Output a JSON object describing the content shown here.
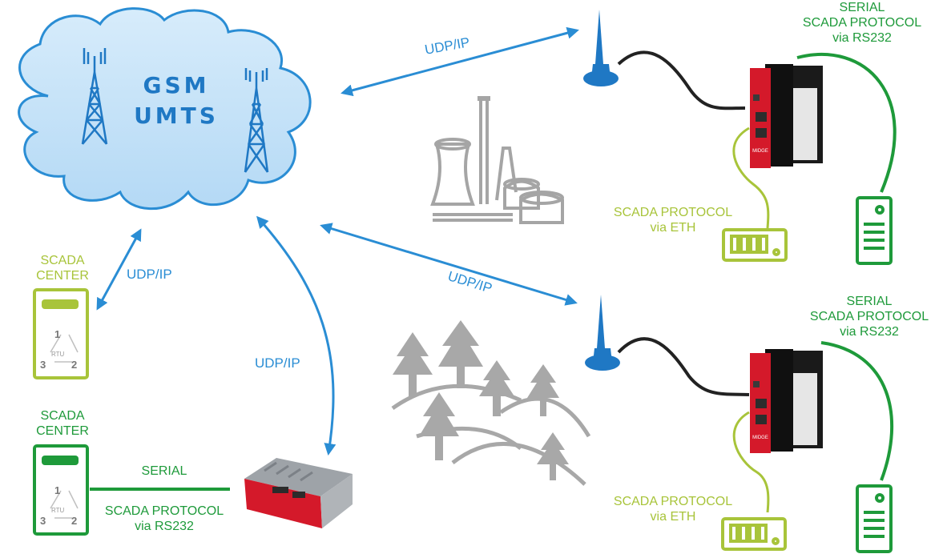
{
  "cloud": {
    "line1": "GSM",
    "line2": "UMTS"
  },
  "links": {
    "top_right": "UDP/IP",
    "middle_right": "UDP/IP",
    "left_center": "UDP/IP",
    "bottom_router": "UDP/IP"
  },
  "sites": {
    "top": {
      "serial_label_1": "SERIAL",
      "serial_label_2": "SCADA PROTOCOL",
      "serial_label_3": "via RS232",
      "eth_label_1": "SCADA PROTOCOL",
      "eth_label_2": "via ETH",
      "router_brand": "MIDGE"
    },
    "bottom": {
      "serial_label_1": "SERIAL",
      "serial_label_2": "SCADA PROTOCOL",
      "serial_label_3": "via RS232",
      "eth_label_1": "SCADA PROTOCOL",
      "eth_label_2": "via ETH",
      "router_brand": "MIDGE"
    }
  },
  "centers": {
    "upper": {
      "line1": "SCADA",
      "line2": "CENTER",
      "rtu": "RTU",
      "n1": "1",
      "n2": "2",
      "n3": "3"
    },
    "lower": {
      "line1": "SCADA",
      "line2": "CENTER",
      "rtu": "RTU",
      "n1": "1",
      "n2": "2",
      "n3": "3"
    }
  },
  "lower_link": {
    "serial": "SERIAL",
    "protocol": "SCADA PROTOCOL",
    "via": "via RS232"
  },
  "colors": {
    "blue": "#2a8dd4",
    "green": "#1e9a3a",
    "lime": "#a8c43a",
    "gray": "#a5a5a5",
    "router_red": "#d4192a"
  }
}
